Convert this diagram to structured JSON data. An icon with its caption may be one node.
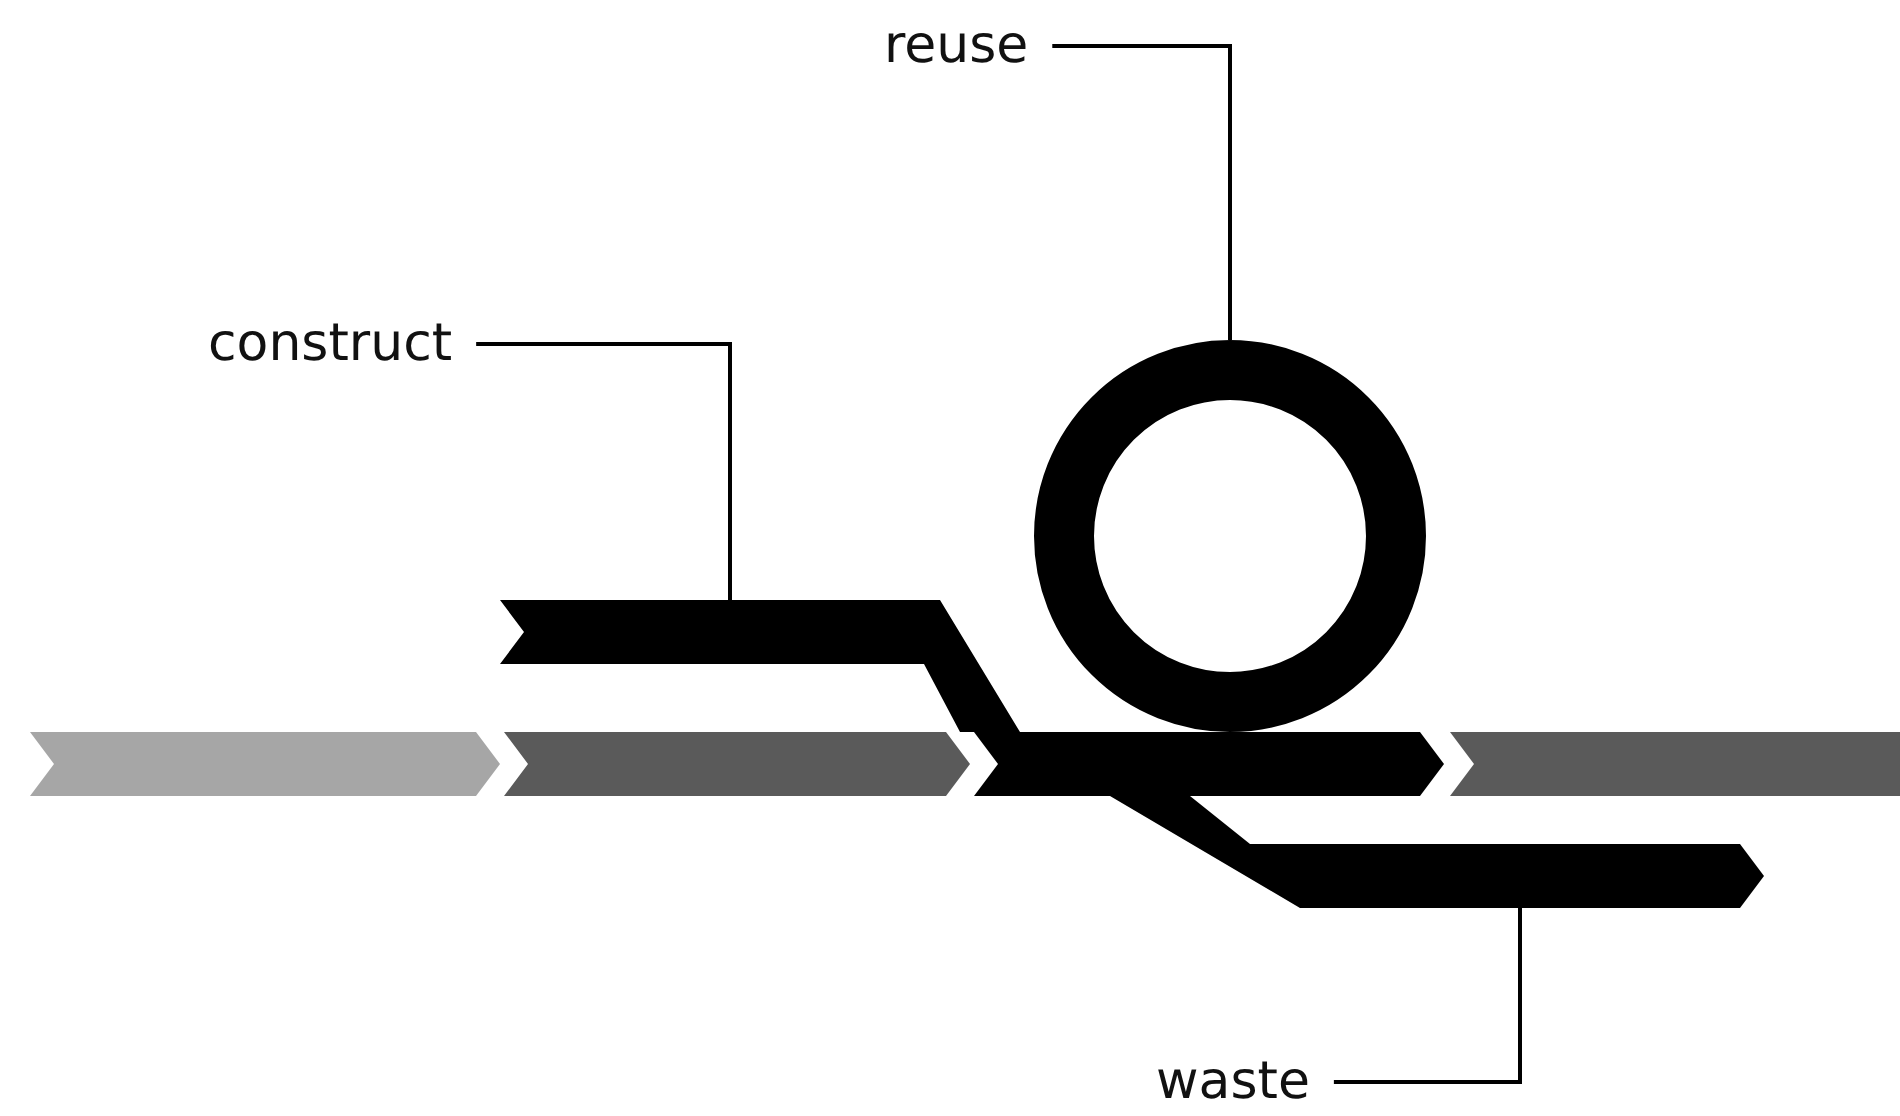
{
  "diagram": {
    "nodes": [
      {
        "text": [
          "reuse"
        ]
      },
      {
        "text": [],
        "shape": "circle"
      },
      {
        "text": [
          "construct"
        ]
      },
      {
        "text": [],
        "shape": "bar"
      },
      {
        "text": [],
        "shape": "chevron"
      },
      {
        "text": [],
        "shape": "chevron"
      },
      {
        "text": [],
        "shape": "chevron"
      },
      {
        "text": [],
        "shape": "chevron"
      },
      {
        "text": [],
        "shape": "bar"
      },
      {
        "text": [
          "waste"
        ]
      }
    ],
    "edges": [
      {
        "from": 0,
        "to": 1,
        "arrow": "none"
      },
      {
        "from": 2,
        "to": 3,
        "arrow": "none"
      },
      {
        "from": 9,
        "to": 8,
        "arrow": "none"
      }
    ]
  }
}
